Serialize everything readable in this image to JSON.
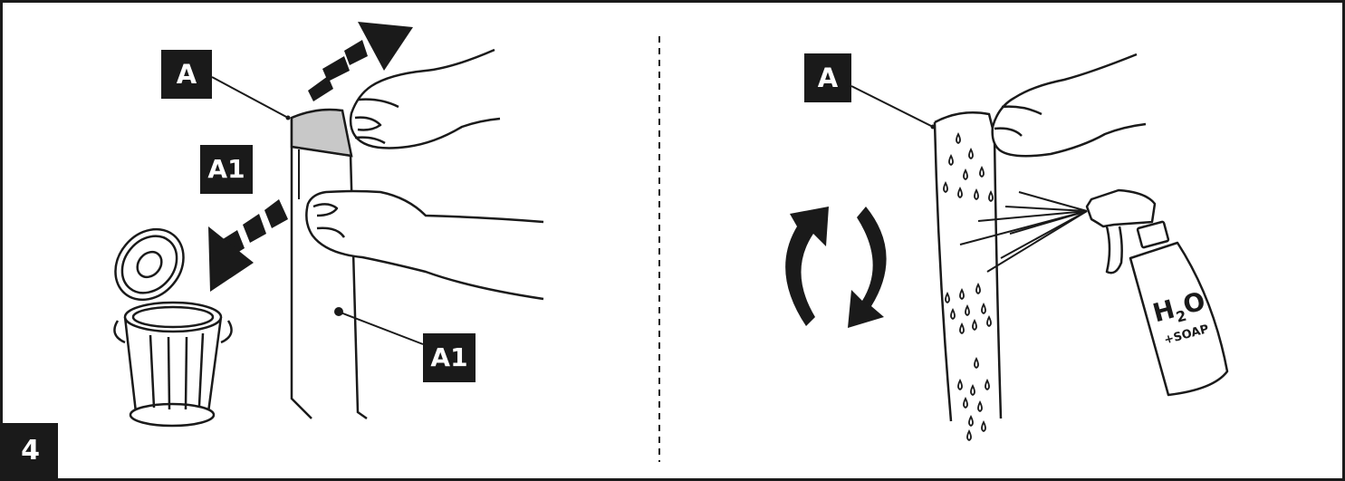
{
  "step_number": "4",
  "left_panel": {
    "callout_a": "A",
    "callout_a1_top": "A1",
    "callout_a1_bottom": "A1"
  },
  "right_panel": {
    "callout_a": "A",
    "bottle_label_h": "H",
    "bottle_label_sub": "2",
    "bottle_label_o": "O",
    "bottle_label_soap": "+SOAP"
  },
  "colors": {
    "ink": "#1a1a1a",
    "tape": "#c8c8c8"
  },
  "icons": [
    "dashed-arrow-up-icon",
    "dashed-arrow-down-icon",
    "trash-bin-icon",
    "rotate-arrows-icon",
    "spray-bottle-icon",
    "water-drops-icon",
    "hand-icon"
  ]
}
